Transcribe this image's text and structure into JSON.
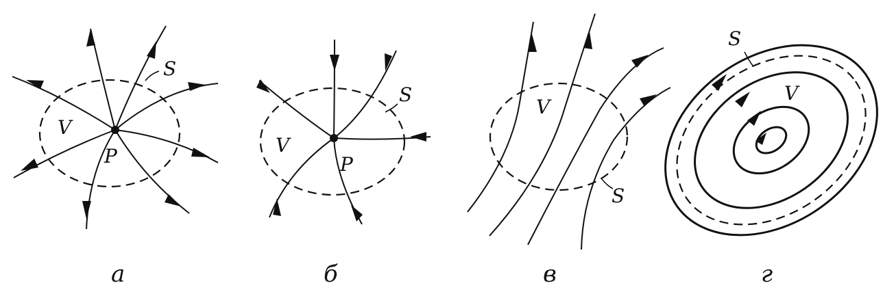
{
  "panels": [
    {
      "caption": "а",
      "surface_label": "S",
      "volume_label": "V",
      "point_label": "P"
    },
    {
      "caption": "б",
      "surface_label": "S",
      "volume_label": "V",
      "point_label": "P"
    },
    {
      "caption": "в",
      "surface_label": "S",
      "volume_label": "V"
    },
    {
      "caption": "г",
      "surface_label": "S",
      "volume_label": "V"
    }
  ]
}
